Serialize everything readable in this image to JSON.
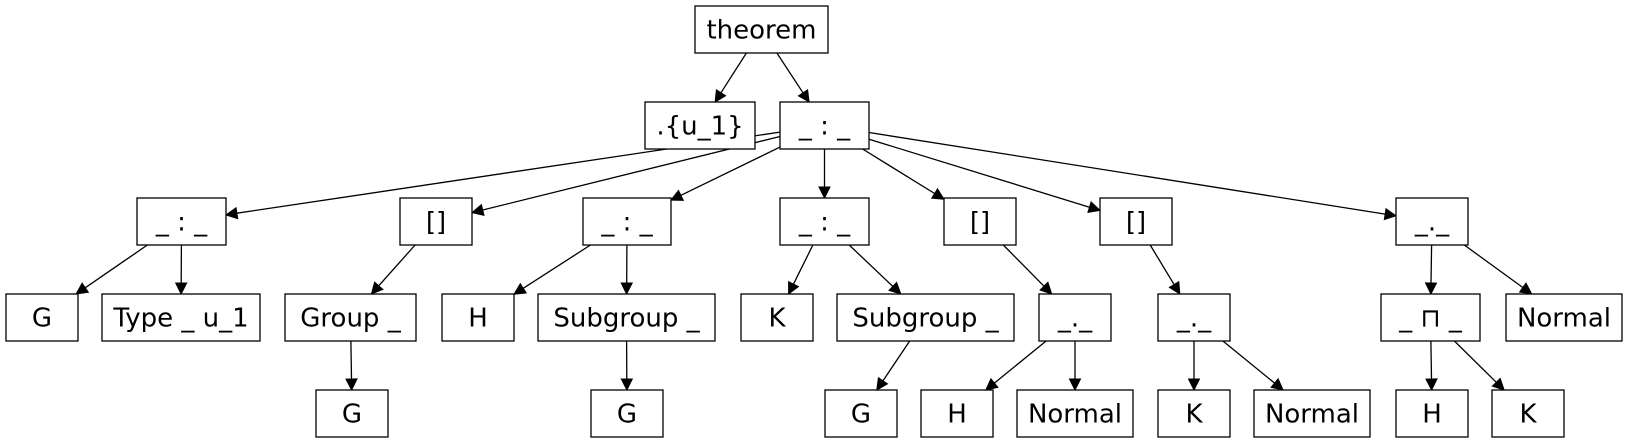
{
  "tree": {
    "nodes": [
      {
        "id": "n0",
        "label": "theorem"
      },
      {
        "id": "n1",
        "label": ".{u_1}"
      },
      {
        "id": "n2",
        "label": "_ : _"
      },
      {
        "id": "n3",
        "label": "_ : _"
      },
      {
        "id": "n4",
        "label": "[]"
      },
      {
        "id": "n5",
        "label": "_ : _"
      },
      {
        "id": "n6",
        "label": "_ : _"
      },
      {
        "id": "n7",
        "label": "[]"
      },
      {
        "id": "n8",
        "label": "[]"
      },
      {
        "id": "n9",
        "label": "_._"
      },
      {
        "id": "n10",
        "label": "G"
      },
      {
        "id": "n11",
        "label": "Type _ u_1"
      },
      {
        "id": "n12",
        "label": "Group _"
      },
      {
        "id": "n13",
        "label": "H"
      },
      {
        "id": "n14",
        "label": "Subgroup _"
      },
      {
        "id": "n15",
        "label": "K"
      },
      {
        "id": "n16",
        "label": "Subgroup _"
      },
      {
        "id": "n17",
        "label": "_._"
      },
      {
        "id": "n18",
        "label": "_._"
      },
      {
        "id": "n19",
        "label": "_ ⊓ _"
      },
      {
        "id": "n20",
        "label": "Normal"
      },
      {
        "id": "n21",
        "label": "G"
      },
      {
        "id": "n22",
        "label": "G"
      },
      {
        "id": "n23",
        "label": "G"
      },
      {
        "id": "n24",
        "label": "H"
      },
      {
        "id": "n25",
        "label": "Normal"
      },
      {
        "id": "n26",
        "label": "K"
      },
      {
        "id": "n27",
        "label": "Normal"
      },
      {
        "id": "n28",
        "label": "H"
      },
      {
        "id": "n29",
        "label": "K"
      }
    ],
    "edges": [
      [
        "n0",
        "n1"
      ],
      [
        "n0",
        "n2"
      ],
      [
        "n2",
        "n3"
      ],
      [
        "n2",
        "n4"
      ],
      [
        "n2",
        "n5"
      ],
      [
        "n2",
        "n6"
      ],
      [
        "n2",
        "n7"
      ],
      [
        "n2",
        "n8"
      ],
      [
        "n2",
        "n9"
      ],
      [
        "n3",
        "n10"
      ],
      [
        "n3",
        "n11"
      ],
      [
        "n4",
        "n12"
      ],
      [
        "n5",
        "n13"
      ],
      [
        "n5",
        "n14"
      ],
      [
        "n6",
        "n15"
      ],
      [
        "n6",
        "n16"
      ],
      [
        "n7",
        "n17"
      ],
      [
        "n8",
        "n18"
      ],
      [
        "n9",
        "n19"
      ],
      [
        "n9",
        "n20"
      ],
      [
        "n12",
        "n21"
      ],
      [
        "n14",
        "n22"
      ],
      [
        "n16",
        "n23"
      ],
      [
        "n17",
        "n24"
      ],
      [
        "n17",
        "n25"
      ],
      [
        "n18",
        "n26"
      ],
      [
        "n18",
        "n27"
      ],
      [
        "n19",
        "n28"
      ],
      [
        "n19",
        "n29"
      ]
    ]
  }
}
